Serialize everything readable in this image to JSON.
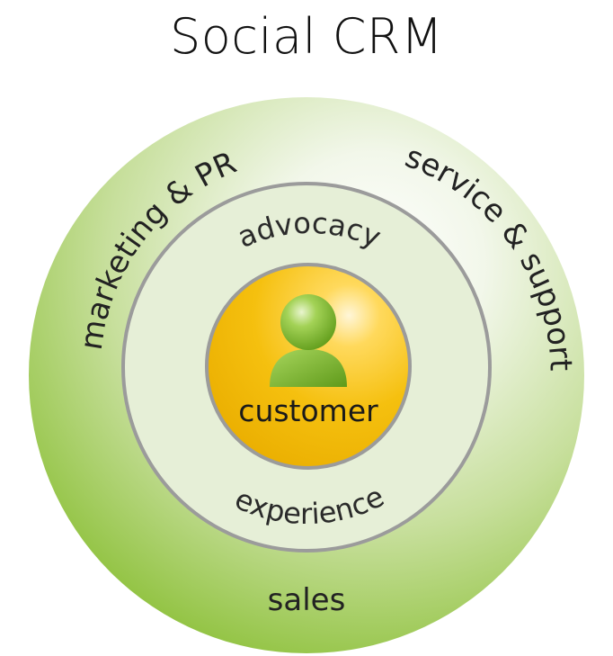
{
  "title": "Social CRM",
  "outer_ring": {
    "labels": {
      "left": "marketing & PR",
      "right": "service & support",
      "bottom": "sales"
    },
    "colors": {
      "light": "#f4f8ee",
      "mid": "#bcd98a",
      "dark": "#7fb82a"
    }
  },
  "middle_ring": {
    "labels": {
      "top": "advocacy",
      "bottom": "experience"
    },
    "colors": {
      "fill": "#e6efd7",
      "border": "#9a9a9a"
    }
  },
  "core": {
    "label": "customer",
    "icon": "person-icon",
    "colors": {
      "fill": "#f6c21c",
      "border": "#9a9a9a",
      "icon_green": "#7dbb2b"
    }
  }
}
